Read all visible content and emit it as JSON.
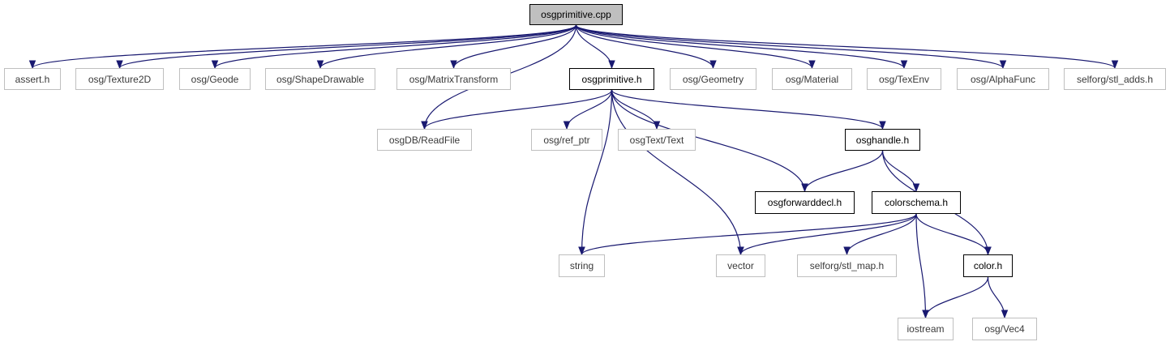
{
  "colors": {
    "edge": "#191970",
    "root_fill": "#bfbfbf",
    "internal_border": "#000000",
    "external_border": "#bfbfbf"
  },
  "nodes": {
    "osgprimitive_cpp": "osgprimitive.cpp",
    "assert_h": "assert.h",
    "osg_texture2d": "osg/Texture2D",
    "osg_geode": "osg/Geode",
    "osg_shapedrawable": "osg/ShapeDrawable",
    "osg_matrixtransform": "osg/MatrixTransform",
    "osgprimitive_h": "osgprimitive.h",
    "osg_geometry": "osg/Geometry",
    "osg_material": "osg/Material",
    "osg_texenv": "osg/TexEnv",
    "osg_alphafunc": "osg/AlphaFunc",
    "selforg_stl_adds": "selforg/stl_adds.h",
    "osgdb_readfile": "osgDB/ReadFile",
    "osg_ref_ptr": "osg/ref_ptr",
    "osgtext_text": "osgText/Text",
    "osghandle_h": "osghandle.h",
    "osgforwarddecl_h": "osgforwarddecl.h",
    "colorschema_h": "colorschema.h",
    "string": "string",
    "vector": "vector",
    "selforg_stl_map": "selforg/stl_map.h",
    "color_h": "color.h",
    "iostream": "iostream",
    "osg_vec4": "osg/Vec4"
  },
  "edges": [
    [
      "osgprimitive_cpp",
      "assert_h"
    ],
    [
      "osgprimitive_cpp",
      "osg_texture2d"
    ],
    [
      "osgprimitive_cpp",
      "osg_geode"
    ],
    [
      "osgprimitive_cpp",
      "osg_shapedrawable"
    ],
    [
      "osgprimitive_cpp",
      "osg_matrixtransform"
    ],
    [
      "osgprimitive_cpp",
      "osgprimitive_h"
    ],
    [
      "osgprimitive_cpp",
      "osgdb_readfile"
    ],
    [
      "osgprimitive_cpp",
      "osg_geometry"
    ],
    [
      "osgprimitive_cpp",
      "osg_material"
    ],
    [
      "osgprimitive_cpp",
      "osg_texenv"
    ],
    [
      "osgprimitive_cpp",
      "osg_alphafunc"
    ],
    [
      "osgprimitive_cpp",
      "selforg_stl_adds"
    ],
    [
      "osgprimitive_h",
      "osgdb_readfile"
    ],
    [
      "osgprimitive_h",
      "osg_ref_ptr"
    ],
    [
      "osgprimitive_h",
      "osgtext_text"
    ],
    [
      "osgprimitive_h",
      "osghandle_h"
    ],
    [
      "osgprimitive_h",
      "osgforwarddecl_h"
    ],
    [
      "osgprimitive_h",
      "string"
    ],
    [
      "osgprimitive_h",
      "vector"
    ],
    [
      "osghandle_h",
      "osgforwarddecl_h"
    ],
    [
      "osghandle_h",
      "colorschema_h"
    ],
    [
      "osghandle_h",
      "color_h"
    ],
    [
      "colorschema_h",
      "string"
    ],
    [
      "colorschema_h",
      "vector"
    ],
    [
      "colorschema_h",
      "selforg_stl_map"
    ],
    [
      "colorschema_h",
      "iostream"
    ],
    [
      "colorschema_h",
      "color_h"
    ],
    [
      "color_h",
      "iostream"
    ],
    [
      "color_h",
      "osg_vec4"
    ]
  ]
}
